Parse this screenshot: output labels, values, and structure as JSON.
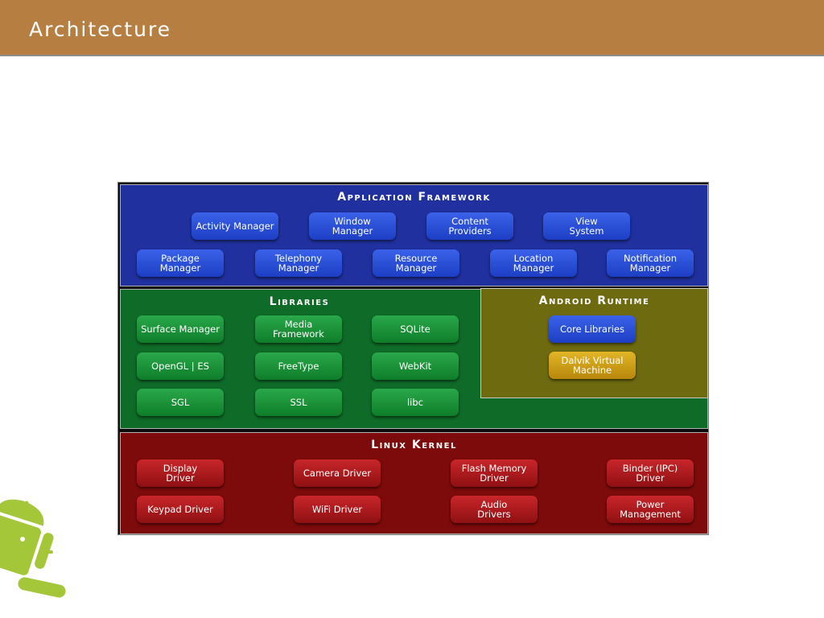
{
  "slide": {
    "title": "Architecture"
  },
  "colors": {
    "header": "#b67e41",
    "app_layer": "#20309e",
    "libraries_layer": "#0e6b28",
    "runtime_layer": "#6e6a10",
    "kernel_layer": "#7d0b0b",
    "robot": "#a4c639"
  },
  "diagram": {
    "application_framework": {
      "title": "Application Framework",
      "boxes": [
        "Activity Manager",
        "Window\nManager",
        "Content\nProviders",
        "View\nSystem",
        "Package Manager",
        "Telephony\nManager",
        "Resource\nManager",
        "Location\nManager",
        "Notification\nManager"
      ]
    },
    "libraries": {
      "title": "Libraries",
      "boxes": [
        "Surface Manager",
        "Media\nFramework",
        "SQLite",
        "OpenGL | ES",
        "FreeType",
        "WebKit",
        "SGL",
        "SSL",
        "libc"
      ]
    },
    "android_runtime": {
      "title": "Android Runtime",
      "boxes": [
        "Core Libraries",
        "Dalvik Virtual\nMachine"
      ]
    },
    "linux_kernel": {
      "title": "Linux Kernel",
      "boxes": [
        "Display\nDriver",
        "Camera Driver",
        "Flash Memory\nDriver",
        "Binder (IPC)\nDriver",
        "Keypad Driver",
        "WiFi Driver",
        "Audio\nDrivers",
        "Power\nManagement"
      ]
    }
  },
  "logo": {
    "icon": "android-robot-icon"
  }
}
